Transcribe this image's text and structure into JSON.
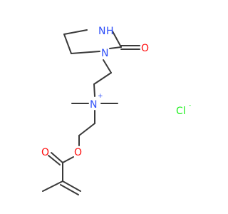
{
  "structure": {
    "atoms": {
      "ring_nh": "N",
      "ring_nh_h": "H",
      "ring_n1": "N",
      "carbonyl_o_ring": "O",
      "quat_n": "N",
      "quat_charge": "+",
      "ester_o_single": "O",
      "ester_o_double": "O"
    },
    "counterion": {
      "symbol": "Cl",
      "charge": "-"
    },
    "colors": {
      "bond": "#3a3a3a",
      "nitrogen": "#3050f8",
      "oxygen": "#ff0d0d",
      "chlorine": "#1ff01f"
    }
  }
}
